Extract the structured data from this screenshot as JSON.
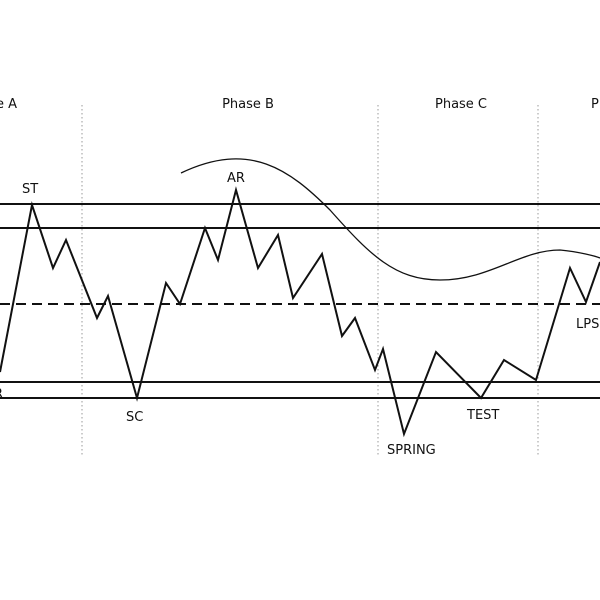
{
  "phases": [
    {
      "id": "a",
      "label": "e A"
    },
    {
      "id": "b",
      "label": "Phase B"
    },
    {
      "id": "c",
      "label": "Phase C"
    },
    {
      "id": "d",
      "label": "P"
    }
  ],
  "events": [
    {
      "id": "st",
      "label": "ST"
    },
    {
      "id": "ar",
      "label": "AR"
    },
    {
      "id": "r",
      "label": "R"
    },
    {
      "id": "sc",
      "label": "SC"
    },
    {
      "id": "spring",
      "label": "SPRING"
    },
    {
      "id": "test",
      "label": "TEST"
    },
    {
      "id": "lps",
      "label": "LPS"
    }
  ],
  "colors": {
    "line": "#111111",
    "divider": "#999999",
    "background": "#ffffff"
  }
}
